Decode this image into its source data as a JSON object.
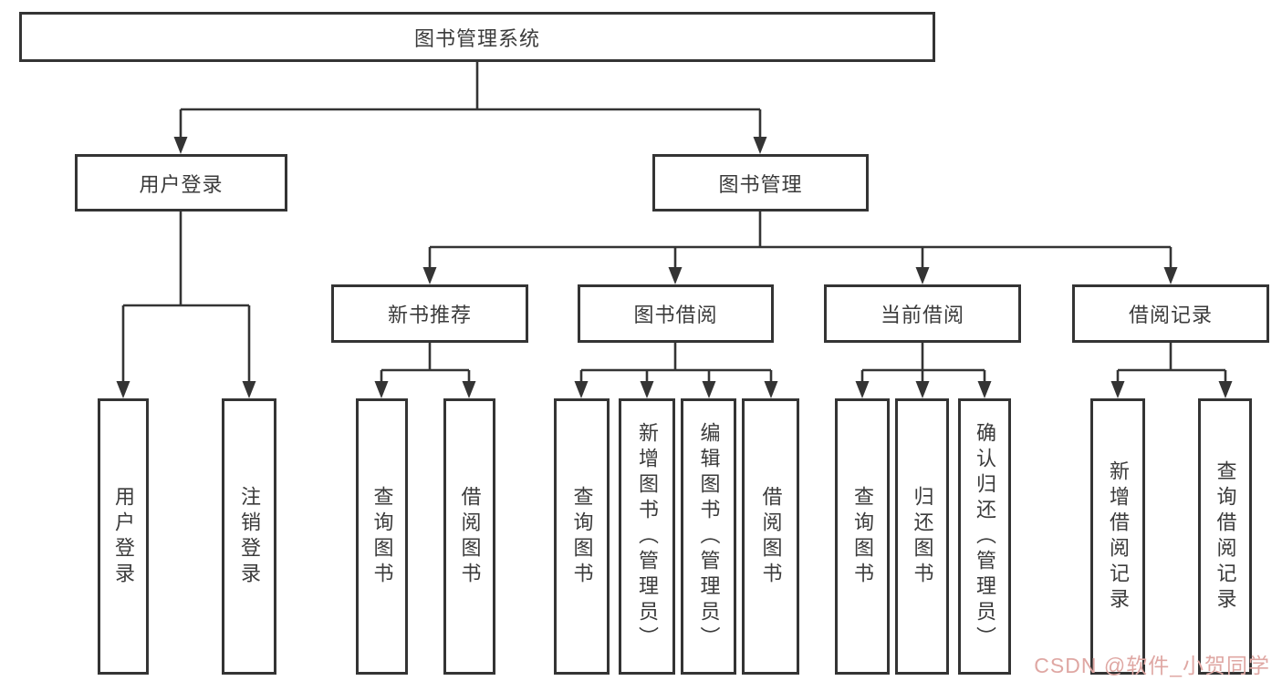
{
  "diagram": {
    "root": {
      "label": "图书管理系统"
    },
    "level2": {
      "user_login": "用户登录",
      "book_management": "图书管理"
    },
    "level3": {
      "new_book_recommend": "新书推荐",
      "book_borrow": "图书借阅",
      "current_borrow": "当前借阅",
      "borrow_records": "借阅记录"
    },
    "leaves": {
      "user_login": "用户登录",
      "logout": "注销登录",
      "newbook_query": "查询图书",
      "newbook_borrow": "借阅图书",
      "borrow_query": "查询图书",
      "borrow_add": "新增图书（管理员）",
      "borrow_edit": "编辑图书（管理员）",
      "borrow_borrow": "借阅图书",
      "current_query": "查询图书",
      "current_return": "归还图书",
      "current_confirm": "确认归还（管理员）",
      "records_add": "新增借阅记录",
      "records_query": "查询借阅记录"
    }
  },
  "watermark": {
    "text": "CSDN @软件_小贺同学",
    "color": "#dfa7a3"
  },
  "colors": {
    "line": "#343434",
    "border": "#343434",
    "text": "#3b3b3b",
    "background": "#ffffff"
  }
}
